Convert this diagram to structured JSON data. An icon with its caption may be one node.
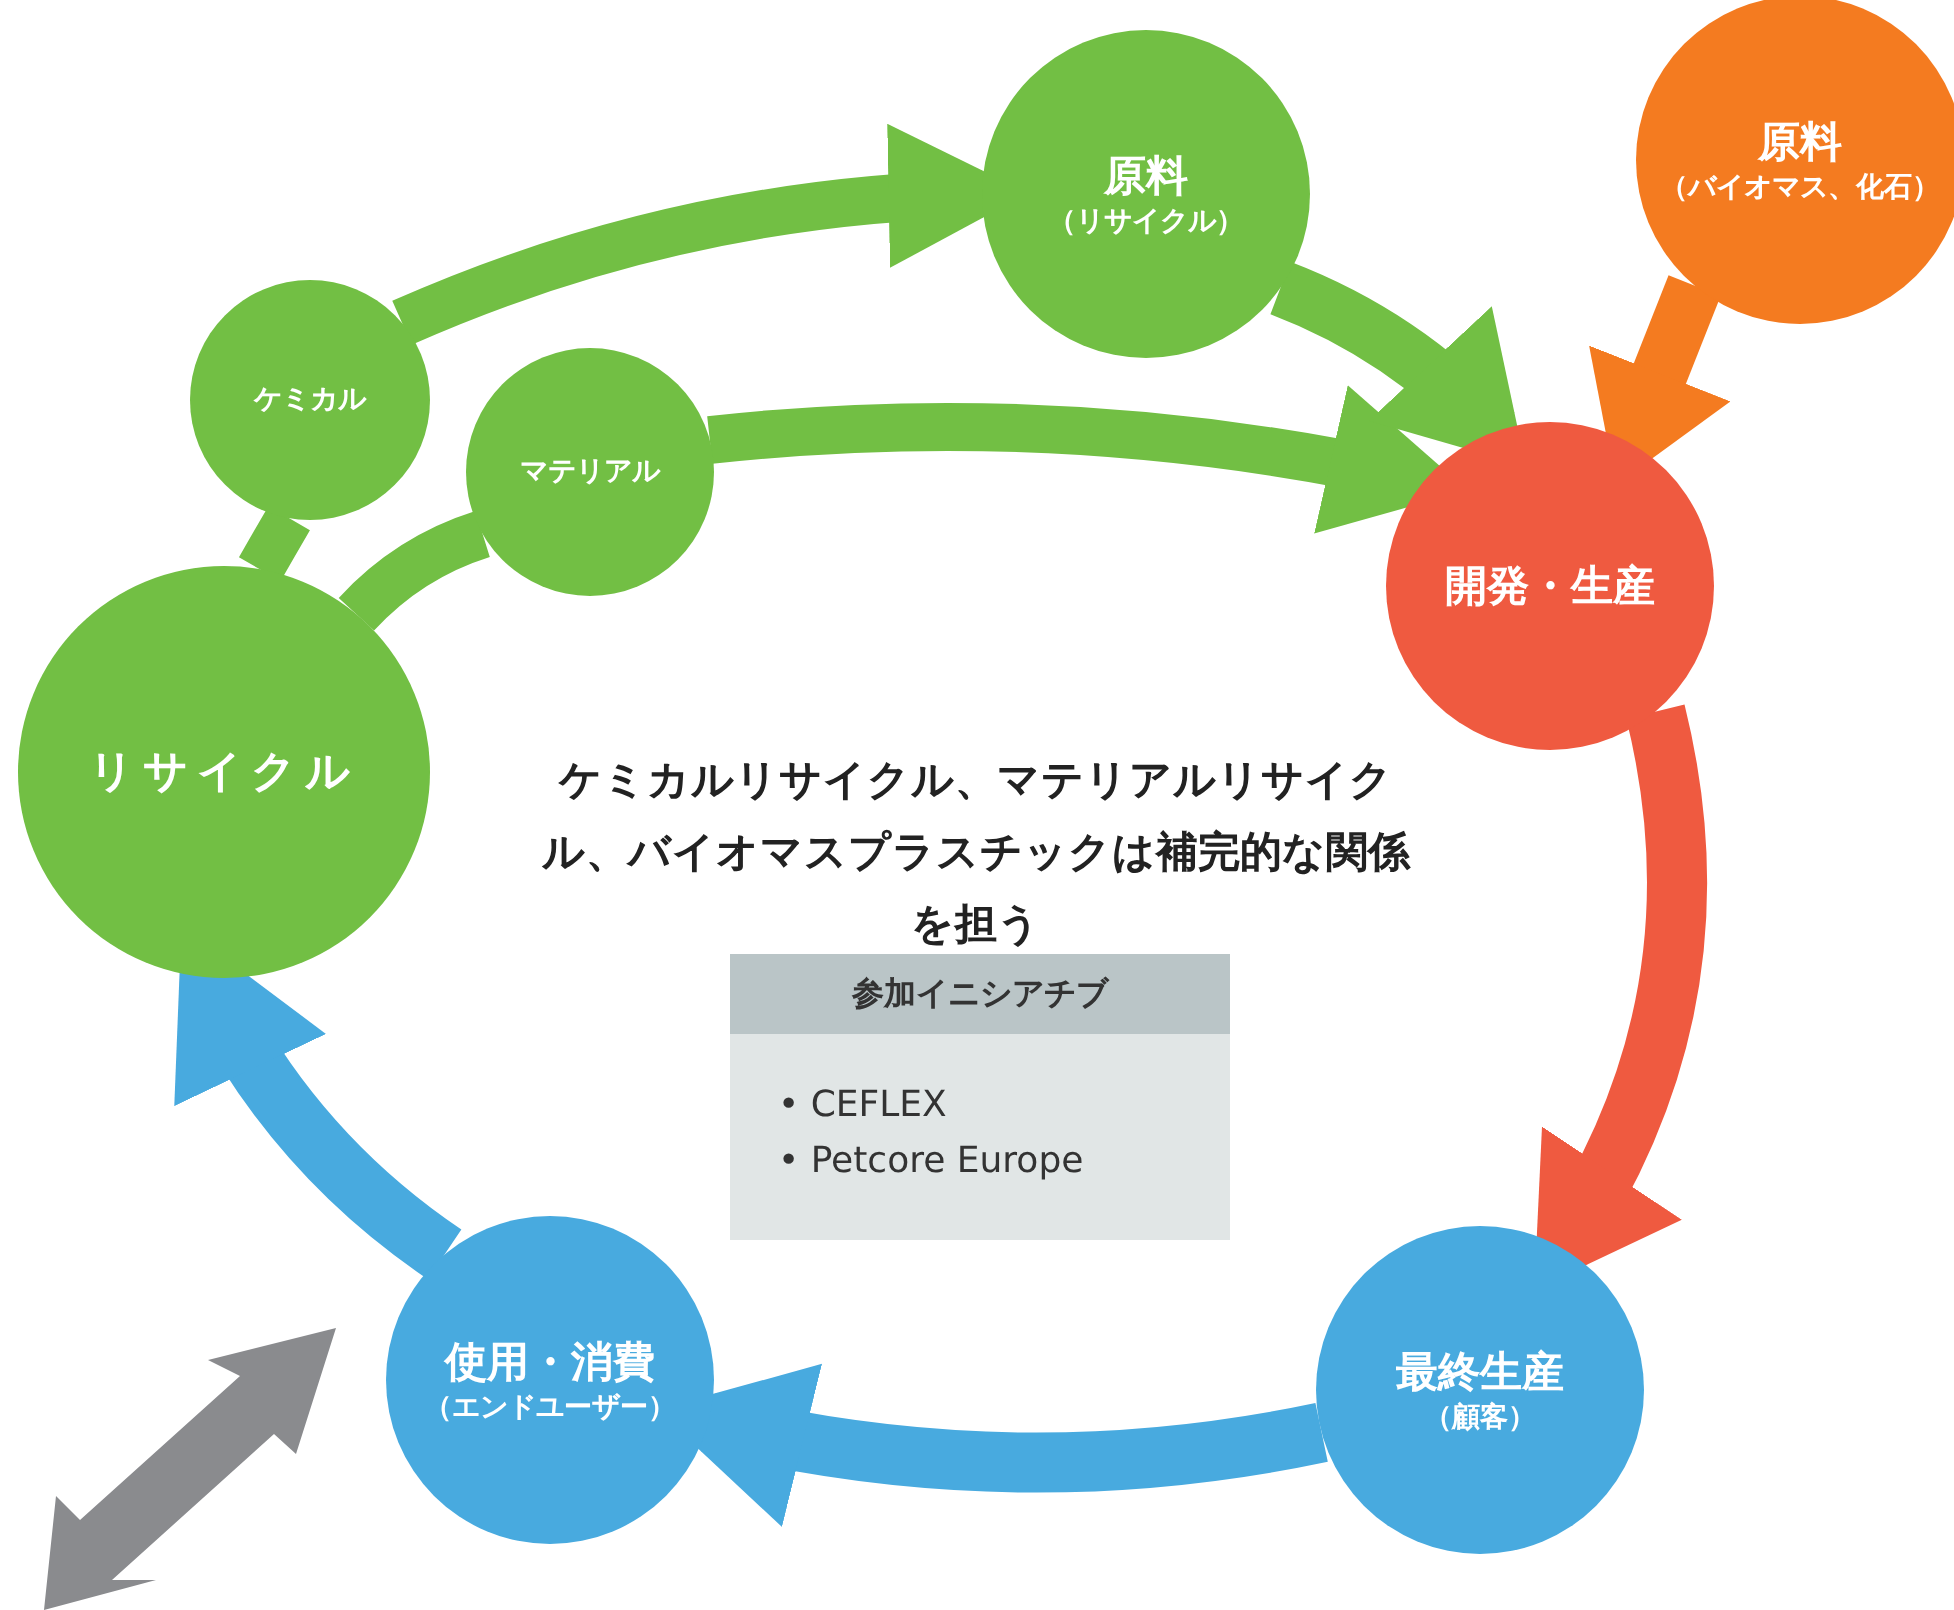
{
  "diagram": {
    "nodes": [
      {
        "text": [
          "リサイクル"
        ]
      },
      {
        "text": [
          "ケミカル"
        ]
      },
      {
        "text": [
          "マテリアル"
        ]
      },
      {
        "text": [
          "原料",
          "（リサイクル）"
        ]
      },
      {
        "text": [
          "原料",
          "（バイオマス、化石）"
        ]
      },
      {
        "text": [
          "開発・生産"
        ]
      },
      {
        "text": [
          "最終生産",
          "（顧客）"
        ]
      },
      {
        "text": [
          "使用・消費",
          "（エンドユーザー）"
        ]
      },
      {
        "text": [
          "参加イニシアチブ",
          "• CEFLEX",
          "• Petcore Europe"
        ]
      }
    ],
    "edges": [
      {
        "from": 0,
        "to": 1,
        "arrow": "none"
      },
      {
        "from": 1,
        "to": 3,
        "arrow": "to"
      },
      {
        "from": 0,
        "to": 2,
        "arrow": "none"
      },
      {
        "from": 2,
        "to": 5,
        "arrow": "to"
      },
      {
        "from": 3,
        "to": 5,
        "arrow": "to"
      },
      {
        "from": 4,
        "to": 5,
        "arrow": "to",
        "color": "#f47b20"
      },
      {
        "from": 5,
        "to": 6,
        "arrow": "to",
        "color": "#ef5a40"
      },
      {
        "from": 6,
        "to": 7,
        "arrow": "to",
        "color": "#48aadf"
      },
      {
        "from": 7,
        "to": 0,
        "arrow": "to",
        "color": "#48aadf"
      }
    ],
    "labels": [
      "ケミカルリサイクル、マテリアルリサイクル、バイオマスプラスチックは補完的な関係を担う"
    ]
  }
}
